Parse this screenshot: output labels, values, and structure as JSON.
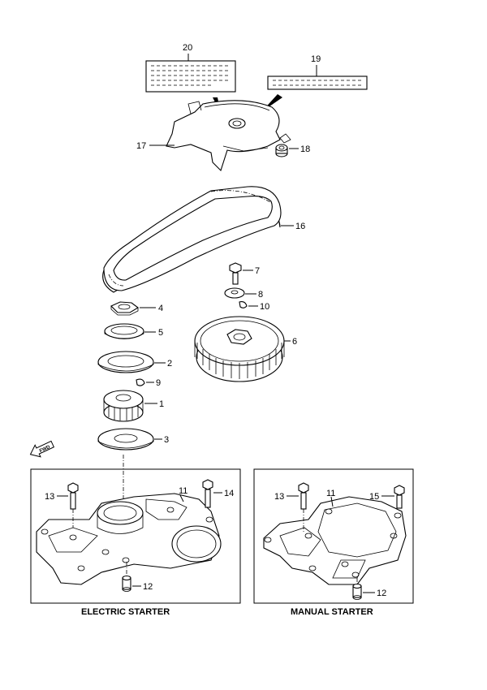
{
  "callouts": {
    "c1": "1",
    "c2": "2",
    "c3": "3",
    "c4": "4",
    "c5": "5",
    "c6": "6",
    "c7": "7",
    "c8": "8",
    "c9": "9",
    "c10": "10",
    "c11a": "11",
    "c11b": "11",
    "c12a": "12",
    "c12b": "12",
    "c13a": "13",
    "c13b": "13",
    "c14": "14",
    "c15": "15",
    "c16": "16",
    "c17": "17",
    "c18": "18",
    "c19": "19",
    "c20": "20"
  },
  "captions": {
    "electric": "ELECTRIC STARTER",
    "manual": "MANUAL STARTER"
  },
  "icons": {
    "forward_arrow": "FWD",
    "forward_arrow_name": "fwd-arrow-icon"
  }
}
